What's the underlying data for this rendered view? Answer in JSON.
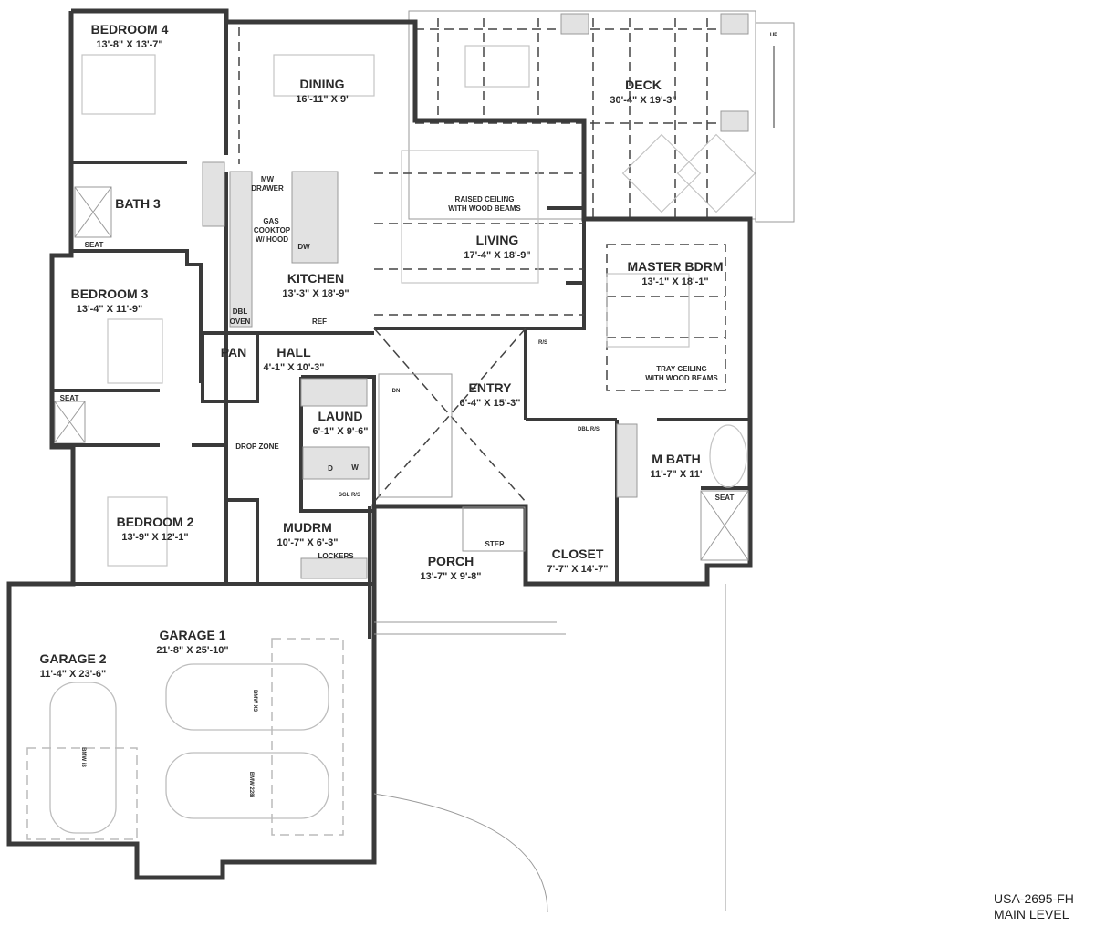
{
  "plan": {
    "code": "USA-2695-FH",
    "level": "MAIN LEVEL"
  },
  "rooms": {
    "bedroom4": {
      "name": "BEDROOM 4",
      "dims": "13'-8\" X 13'-7\""
    },
    "dining": {
      "name": "DINING",
      "dims": "16'-11\" X 9'"
    },
    "deck": {
      "name": "DECK",
      "dims": "30'-4\" X 19'-3\""
    },
    "bath3": {
      "name": "BATH 3"
    },
    "kitchen": {
      "name": "KITCHEN",
      "dims": "13'-3\" X 18'-9\""
    },
    "living": {
      "name": "LIVING",
      "dims": "17'-4\" X 18'-9\""
    },
    "master": {
      "name": "MASTER BDRM",
      "dims": "13'-1\" X 18'-1\""
    },
    "bedroom3": {
      "name": "BEDROOM 3",
      "dims": "13'-4\" X 11'-9\""
    },
    "pan": {
      "name": "PAN"
    },
    "hall": {
      "name": "HALL",
      "dims": "4'-1\" X 10'-3\""
    },
    "entry": {
      "name": "ENTRY",
      "dims": "6'-4\" X 15'-3\""
    },
    "laund": {
      "name": "LAUND",
      "dims": "6'-1\" X 9'-6\""
    },
    "mbath": {
      "name": "M BATH",
      "dims": "11'-7\" X 11'"
    },
    "bedroom2": {
      "name": "BEDROOM 2",
      "dims": "13'-9\" X 12'-1\""
    },
    "mudrm": {
      "name": "MUDRM",
      "dims": "10'-7\" X 6'-3\""
    },
    "porch": {
      "name": "PORCH",
      "dims": "13'-7\" X 9'-8\""
    },
    "closet": {
      "name": "CLOSET",
      "dims": "7'-7\" X 14'-7\""
    },
    "garage1": {
      "name": "GARAGE 1",
      "dims": "21'-8\" X 25'-10\""
    },
    "garage2": {
      "name": "GARAGE 2",
      "dims": "11'-4\" X 23'-6\""
    }
  },
  "notes": {
    "mw1": "MW",
    "mw2": "DRAWER",
    "gas1": "GAS",
    "gas2": "COOKTOP",
    "gas3": "W/ HOOD",
    "dw": "DW",
    "ref": "REF",
    "dbl1": "DBL",
    "dbl2": "OVEN",
    "seat1": "SEAT",
    "seat2": "SEAT",
    "seat3": "SEAT",
    "raised1": "RAISED CEILING",
    "raised2": "WITH WOOD BEAMS",
    "tray1": "TRAY CEILING",
    "tray2": "WITH WOOD BEAMS",
    "drop": "DROP ZONE",
    "lockers": "LOCKERS",
    "dryer": "D",
    "washer": "W",
    "step": "STEP",
    "sgl": "SGL R/S",
    "dblrs": "DBL R/S",
    "rs": "R/S",
    "dn": "DN",
    "up": "UP",
    "car1": "BMW X3",
    "car2": "BMW 228i",
    "car3": "BMW i3"
  },
  "colors": {
    "wall": "#3a3a3a",
    "fixture": "#e2e2e2"
  }
}
